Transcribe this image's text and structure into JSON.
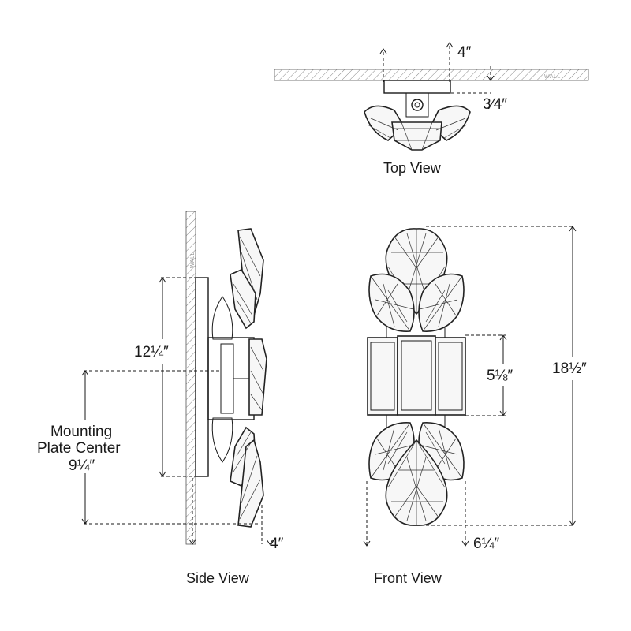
{
  "top_view": {
    "title": "Top View",
    "dim_depth": "4″",
    "dim_plate": "3⁄4″",
    "wall_tag": "WALL"
  },
  "side_view": {
    "title": "Side View",
    "dim_height": "12¼″",
    "mounting_label_1": "Mounting",
    "mounting_label_2": "Plate Center",
    "dim_mounting": "9¼″",
    "dim_depth": "4″",
    "wall_tag": "WALL"
  },
  "front_view": {
    "title": "Front View",
    "dim_total_height": "18½″",
    "dim_shade_height": "5⅛″",
    "dim_width": "6¼″"
  }
}
